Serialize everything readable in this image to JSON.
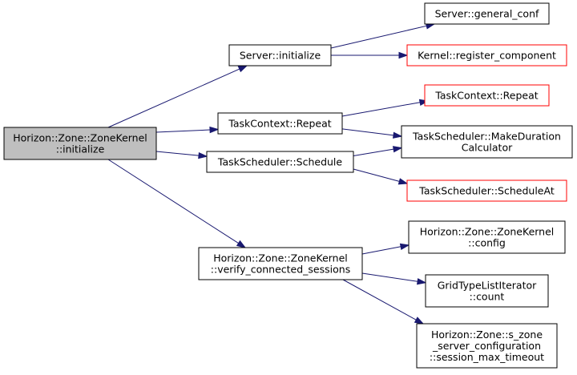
{
  "colors": {
    "edge": "#191970",
    "node_border": "#000000",
    "external_border": "#ff0000",
    "root_fill": "#bfbfbf",
    "node_fill": "#ffffff"
  },
  "nodes": {
    "root": {
      "lines": [
        "Horizon::Zone::ZoneKernel",
        "::initialize"
      ],
      "kind": "root"
    },
    "server_initialize": {
      "lines": [
        "Server::initialize"
      ],
      "kind": "normal"
    },
    "server_general_conf": {
      "lines": [
        "Server::general_conf"
      ],
      "kind": "normal"
    },
    "kernel_register_component": {
      "lines": [
        "Kernel::register_component"
      ],
      "kind": "external"
    },
    "taskcontext_repeat_1": {
      "lines": [
        "TaskContext::Repeat"
      ],
      "kind": "normal"
    },
    "taskcontext_repeat_2": {
      "lines": [
        "TaskContext::Repeat"
      ],
      "kind": "external"
    },
    "taskscheduler_makedurationcalculator": {
      "lines": [
        "TaskScheduler::MakeDuration",
        "Calculator"
      ],
      "kind": "normal"
    },
    "taskscheduler_schedule": {
      "lines": [
        "TaskScheduler::Schedule"
      ],
      "kind": "normal"
    },
    "taskscheduler_scheduleat": {
      "lines": [
        "TaskScheduler::ScheduleAt"
      ],
      "kind": "external"
    },
    "verify_connected_sessions": {
      "lines": [
        "Horizon::Zone::ZoneKernel",
        "::verify_connected_sessions"
      ],
      "kind": "normal"
    },
    "zonekernel_config": {
      "lines": [
        "Horizon::Zone::ZoneKernel",
        "::config"
      ],
      "kind": "normal"
    },
    "gridtypelistiterator_count": {
      "lines": [
        "GridTypeListIterator",
        "::count"
      ],
      "kind": "normal"
    },
    "session_max_timeout": {
      "lines": [
        "Horizon::Zone::s_zone",
        "_server_configuration",
        "::session_max_timeout"
      ],
      "kind": "normal"
    }
  },
  "edges": [
    [
      "root",
      "server_initialize"
    ],
    [
      "root",
      "taskcontext_repeat_1"
    ],
    [
      "root",
      "taskscheduler_schedule"
    ],
    [
      "root",
      "verify_connected_sessions"
    ],
    [
      "server_initialize",
      "server_general_conf"
    ],
    [
      "server_initialize",
      "kernel_register_component"
    ],
    [
      "taskcontext_repeat_1",
      "taskcontext_repeat_2"
    ],
    [
      "taskcontext_repeat_1",
      "taskscheduler_makedurationcalculator"
    ],
    [
      "taskscheduler_schedule",
      "taskscheduler_makedurationcalculator"
    ],
    [
      "taskscheduler_schedule",
      "taskscheduler_scheduleat"
    ],
    [
      "verify_connected_sessions",
      "zonekernel_config"
    ],
    [
      "verify_connected_sessions",
      "gridtypelistiterator_count"
    ],
    [
      "verify_connected_sessions",
      "session_max_timeout"
    ]
  ]
}
